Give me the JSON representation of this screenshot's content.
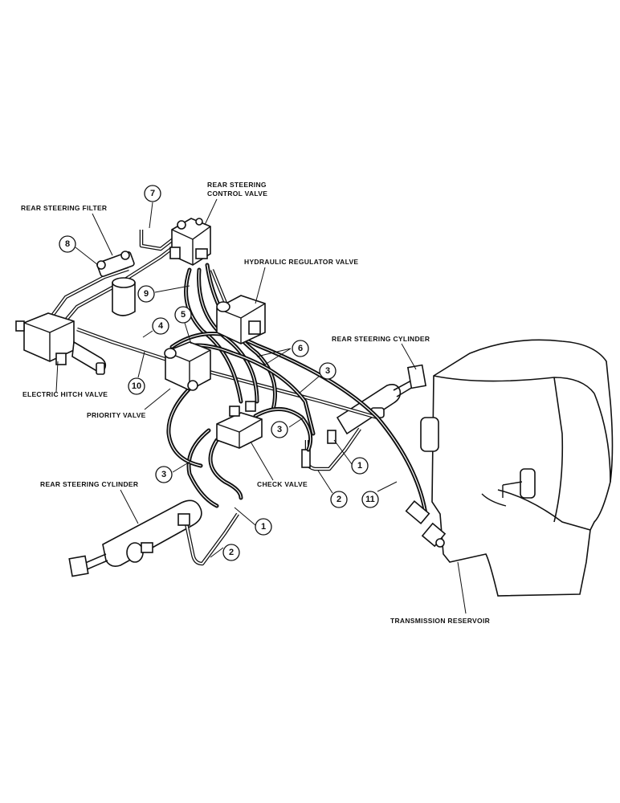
{
  "labels": {
    "rear_steering_control_valve_1": "REAR STEERING",
    "rear_steering_control_valve_2": "CONTROL VALVE",
    "rear_steering_filter": "REAR STEERING FILTER",
    "hydraulic_regulator_valve": "HYDRAULIC REGULATOR VALVE",
    "rear_steering_cylinder_right": "REAR STEERING CYLINDER",
    "electric_hitch_valve": "ELECTRIC HITCH VALVE",
    "priority_valve": "PRIORITY VALVE",
    "rear_steering_cylinder_left": "REAR STEERING CYLINDER",
    "check_valve": "CHECK VALVE",
    "transmission_reservoir": "TRANSMISSION RESERVOIR"
  },
  "callouts": {
    "c7": "7",
    "c8": "8",
    "c9": "9",
    "c5": "5",
    "c4": "4",
    "c10": "10",
    "c6": "6",
    "c3_right": "3",
    "c3_mid": "3",
    "c3_left": "3",
    "c1_right": "1",
    "c2_right": "2",
    "c11": "11",
    "c1_left": "1",
    "c2_left": "2"
  }
}
